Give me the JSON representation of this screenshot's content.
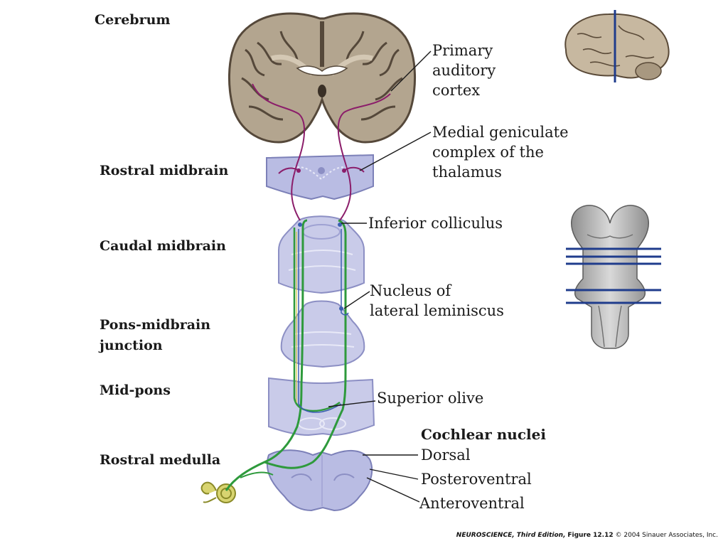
{
  "levels": {
    "cerebrum": "Cerebrum",
    "rostral_midbrain": "Rostral midbrain",
    "caudal_midbrain": "Caudal midbrain",
    "pons_midbrain_line1": "Pons-midbrain",
    "pons_midbrain_line2": "junction",
    "mid_pons": "Mid-pons",
    "rostral_medulla": "Rostral medulla"
  },
  "structures": {
    "primary_auditory_1": "Primary",
    "primary_auditory_2": "auditory",
    "primary_auditory_3": "cortex",
    "mgc_1": "Medial geniculate",
    "mgc_2": "complex of the",
    "mgc_3": "thalamus",
    "inferior_colliculus": "Inferior colliculus",
    "nll_1": "Nucleus of",
    "nll_2": "lateral leminiscus",
    "superior_olive": "Superior olive",
    "cochlear_nuclei": "Cochlear nuclei",
    "dorsal": "Dorsal",
    "posteroventral": "Posteroventral",
    "anteroventral": "Anteroventral"
  },
  "credit": {
    "book": "NEUROSCIENCE, Third Edition,",
    "figure": "Figure 12.12",
    "copyright": "© 2004 Sinauer Associates, Inc."
  },
  "colors": {
    "brain_tissue": "#b3a58f",
    "brain_dark": "#55483a",
    "section_fill": "#b9bce3",
    "section_edge": "#7c80b8",
    "pathway_purple": "#8b1d6a",
    "pathway_green": "#2e9a3c",
    "pathway_blue": "#3a5fb0",
    "section_lines": "#1f3c8c"
  }
}
